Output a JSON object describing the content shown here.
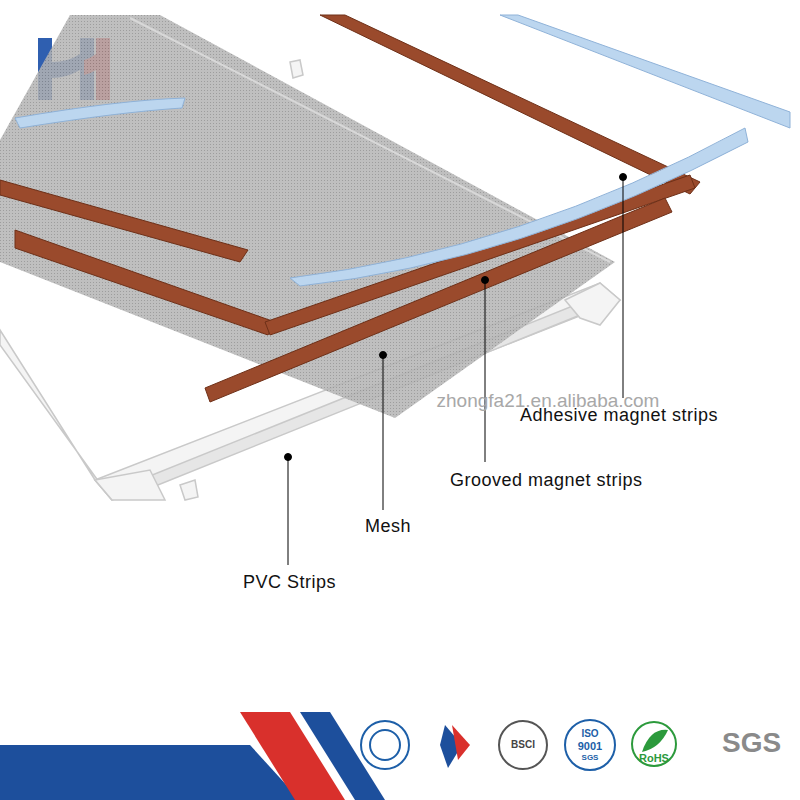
{
  "diagram": {
    "labels": [
      "Adhesive magnet strips",
      "Grooved magnet strips",
      "Mesh",
      "PVC Strips",
      "zhongfa21.en.alibaba.com",
      "BSCI",
      "ISO",
      "9001",
      "SGS",
      "RoHS",
      "SGS"
    ]
  }
}
